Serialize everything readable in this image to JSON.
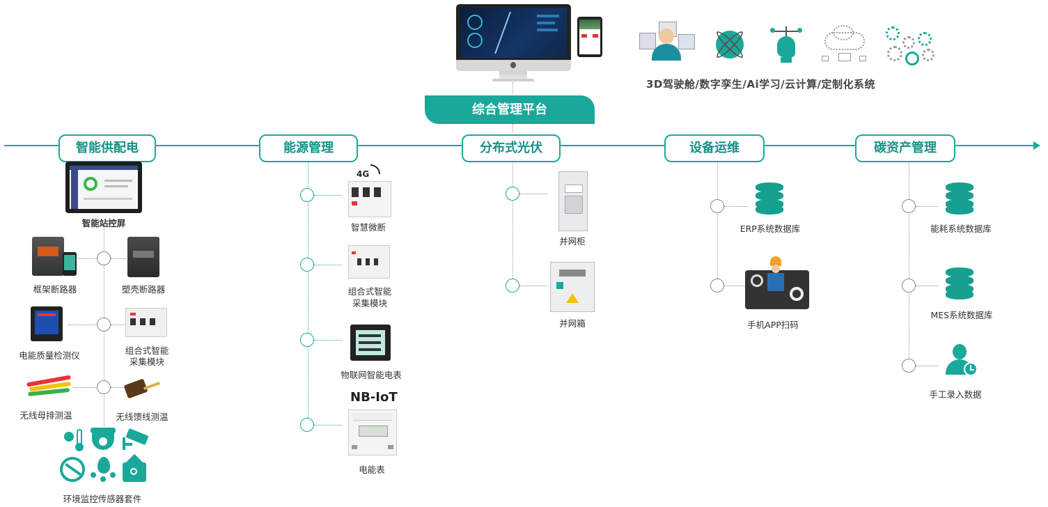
{
  "platform": {
    "title": "综合管理平台",
    "features_caption": "3D驾驶舱/数字孪生/Ai学习/云计算/定制化系统",
    "feature_icons": [
      "driver-cockpit-icon",
      "digital-twin-icon",
      "ai-learning-icon",
      "cloud-computing-icon",
      "custom-system-icon"
    ]
  },
  "categories": [
    "智能供配电",
    "能源管理",
    "分布式光伏",
    "设备运维",
    "碳资产管理"
  ],
  "power": {
    "screen_label": "智能站控屏",
    "items": [
      "框架断路器",
      "塑壳断路器",
      "电能质量检测仪",
      "组合式智能\n采集模块",
      "无线母排测温",
      "无线馈线测温"
    ],
    "env_label": "环境监控传感器套件",
    "env_icons": [
      "temperature-icon",
      "camera-dome-icon",
      "cctv-camera-icon",
      "no-smoking-icon",
      "water-leak-icon",
      "smart-home-icon"
    ]
  },
  "energy": {
    "badge_4g": "4G",
    "badge_nbiot": "NB-IoT",
    "items": [
      "智慧微断",
      "组合式智能\n采集模块",
      "物联网智能电表",
      "电能表"
    ]
  },
  "pv": {
    "items": [
      "并网柜",
      "并网箱"
    ]
  },
  "maintenance": {
    "items": [
      "ERP系统数据库",
      "手机APP扫码"
    ]
  },
  "carbon": {
    "items": [
      "能耗系统数据库",
      "MES系统数据库",
      "手工录入数据"
    ]
  },
  "colors": {
    "accent": "#1aa89a",
    "accent_dark": "#149387"
  }
}
